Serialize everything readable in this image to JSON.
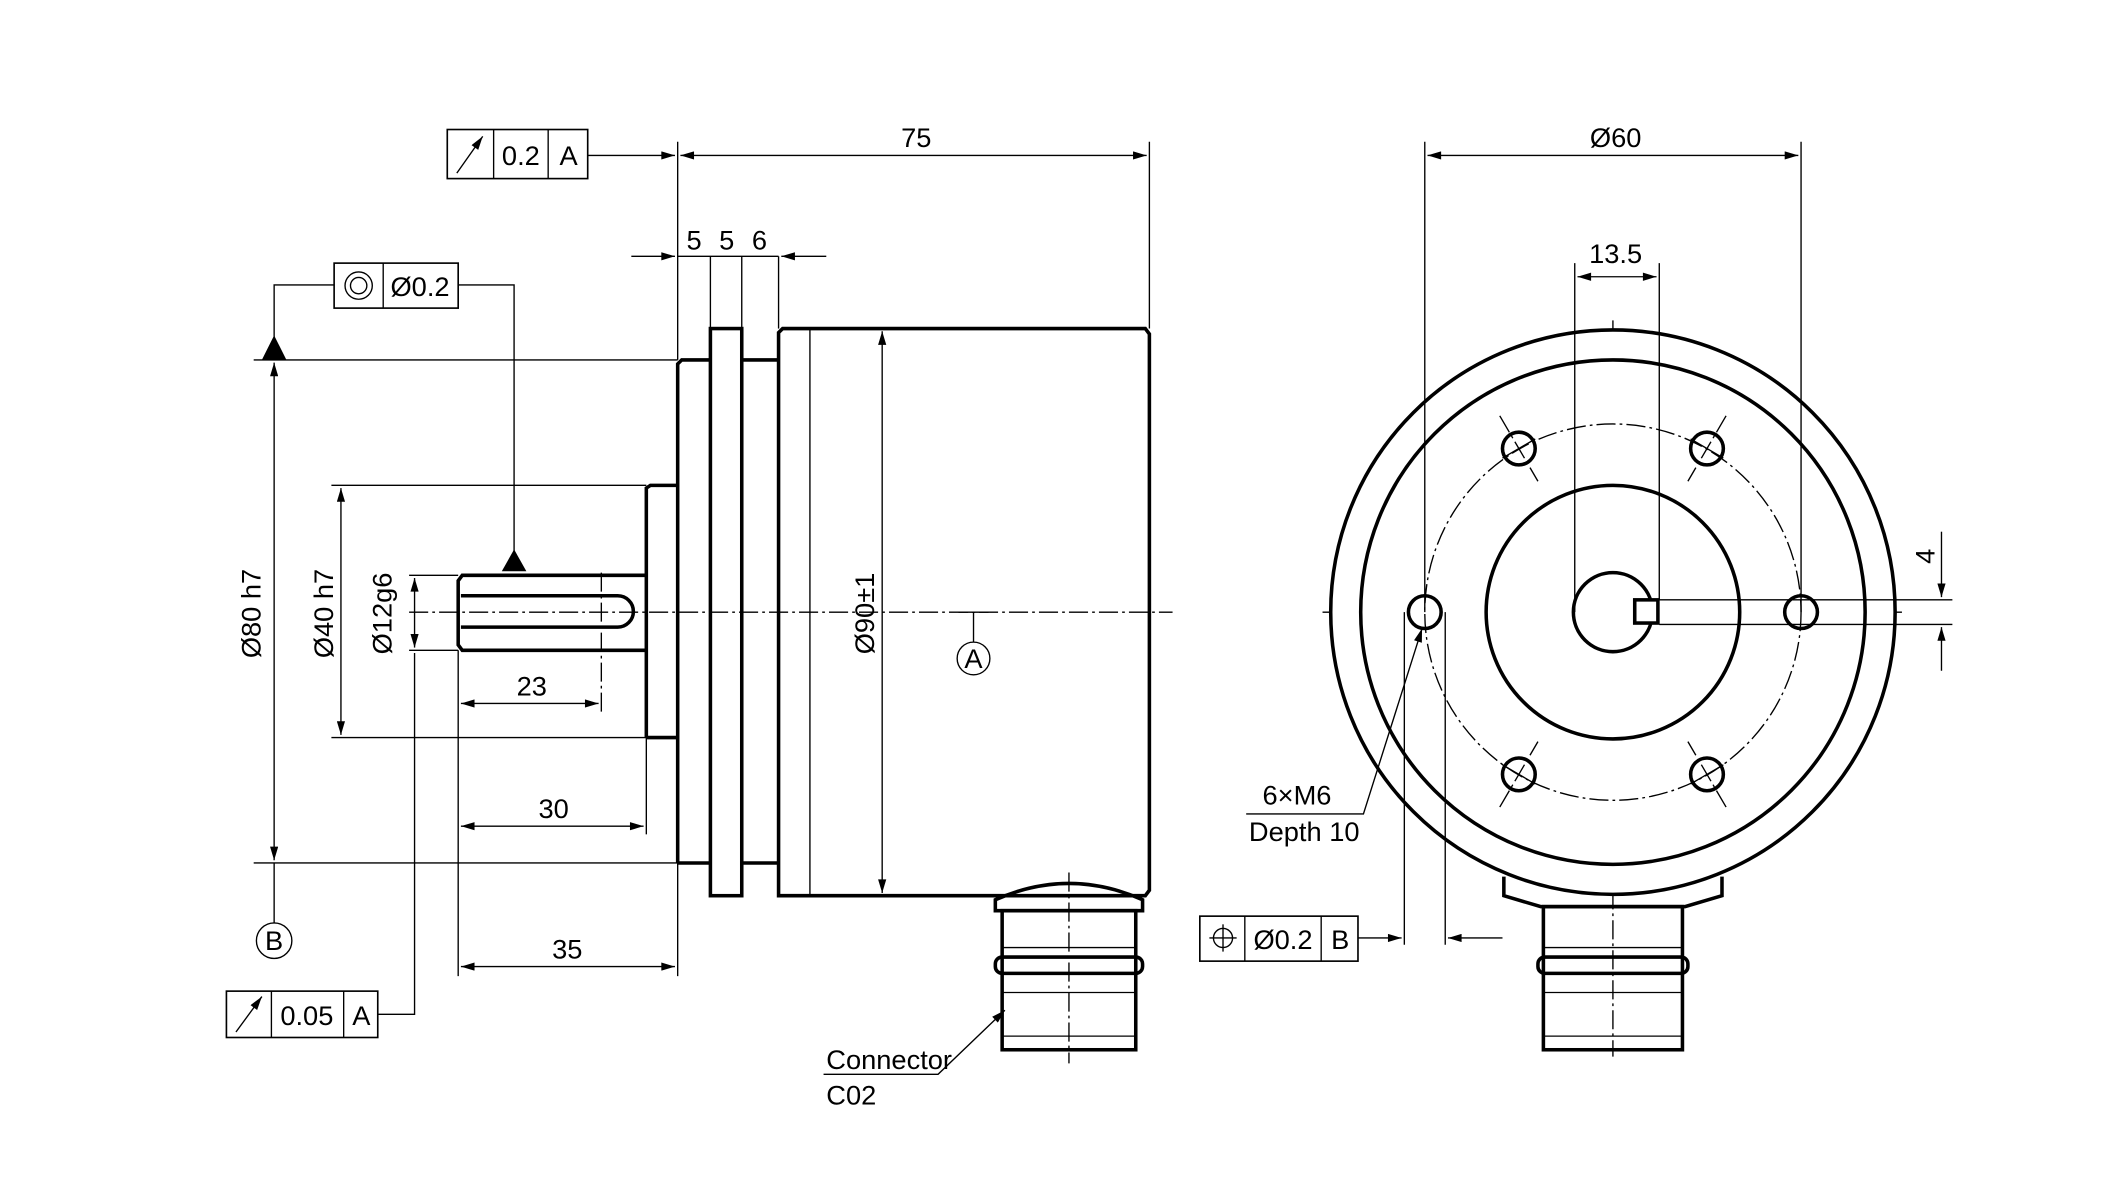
{
  "side_view": {
    "length": "75",
    "steps": [
      "5",
      "5",
      "6"
    ],
    "dia_80": "Ø80 h7",
    "dia_40": "Ø40 h7",
    "dia_12": "Ø12g6",
    "dia_90": "Ø90±1",
    "len_23": "23",
    "len_30": "30",
    "len_35": "35",
    "datum_a": "A",
    "datum_b": "B",
    "fcf_runout_top": {
      "value": "0.2",
      "datum": "A"
    },
    "fcf_concentric": {
      "value": "Ø0.2"
    },
    "fcf_runout_bottom": {
      "value": "0.05",
      "datum": "A"
    },
    "connector_label": "Connector",
    "connector_code": "C02"
  },
  "front_view": {
    "bolt_circle": "Ø60",
    "key_offset": "13.5",
    "key_width": "4",
    "holes_label": "6×M6",
    "holes_depth": "Depth 10",
    "fcf_position": {
      "value": "Ø0.2",
      "datum": "B"
    }
  }
}
